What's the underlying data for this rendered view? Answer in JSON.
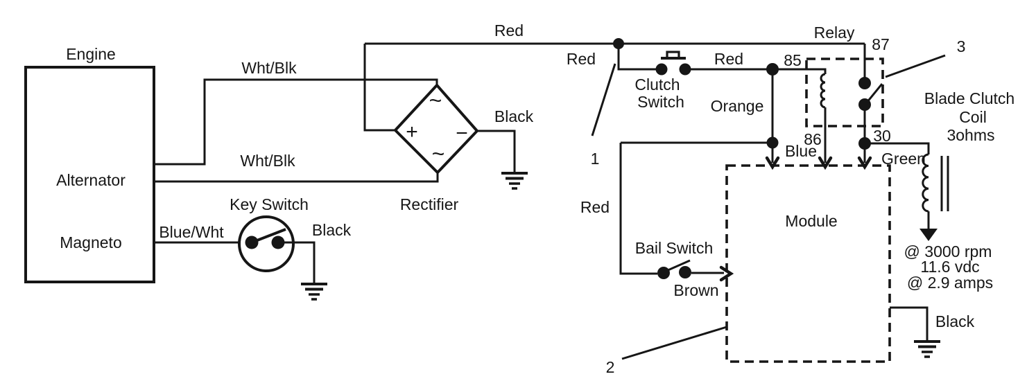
{
  "diagram": {
    "colors": {
      "ink": "#161616",
      "paper": "#ffffff"
    },
    "engine": {
      "title": "Engine",
      "line1": "Alternator",
      "line2": "Magneto"
    },
    "wire_labels": {
      "wht_blk_top": "Wht/Blk",
      "wht_blk_bottom": "Wht/Blk",
      "blue_wht": "Blue/Wht",
      "black_key": "Black",
      "black_rectifier": "Black",
      "red_top": "Red",
      "red_branch": "Red",
      "red_clutch": "Red",
      "orange": "Orange",
      "blue": "Blue",
      "green": "Green",
      "red_bail": "Red",
      "brown": "Brown",
      "black_module": "Black"
    },
    "rectifier": {
      "title": "Rectifier",
      "plus": "+",
      "minus": "−",
      "ac_top": "~",
      "ac_bottom": "~"
    },
    "key_switch": {
      "title": "Key Switch"
    },
    "clutch_switch": {
      "line1": "Clutch",
      "line2": "Switch"
    },
    "relay": {
      "title": "Relay",
      "terminal_87": "87",
      "terminal_85": "85",
      "terminal_86": "86",
      "terminal_30": "30"
    },
    "module": {
      "title": "Module"
    },
    "bail_switch": {
      "title": "Bail Switch"
    },
    "blade_clutch_coil": {
      "line1": "Blade Clutch",
      "line2": "Coil",
      "line3": "3ohms",
      "spec_rpm": "@ 3000 rpm",
      "spec_vdc": "11.6 vdc",
      "spec_amps": "@ 2.9 amps"
    },
    "callouts": {
      "n1": "1",
      "n2": "2",
      "n3": "3"
    }
  }
}
